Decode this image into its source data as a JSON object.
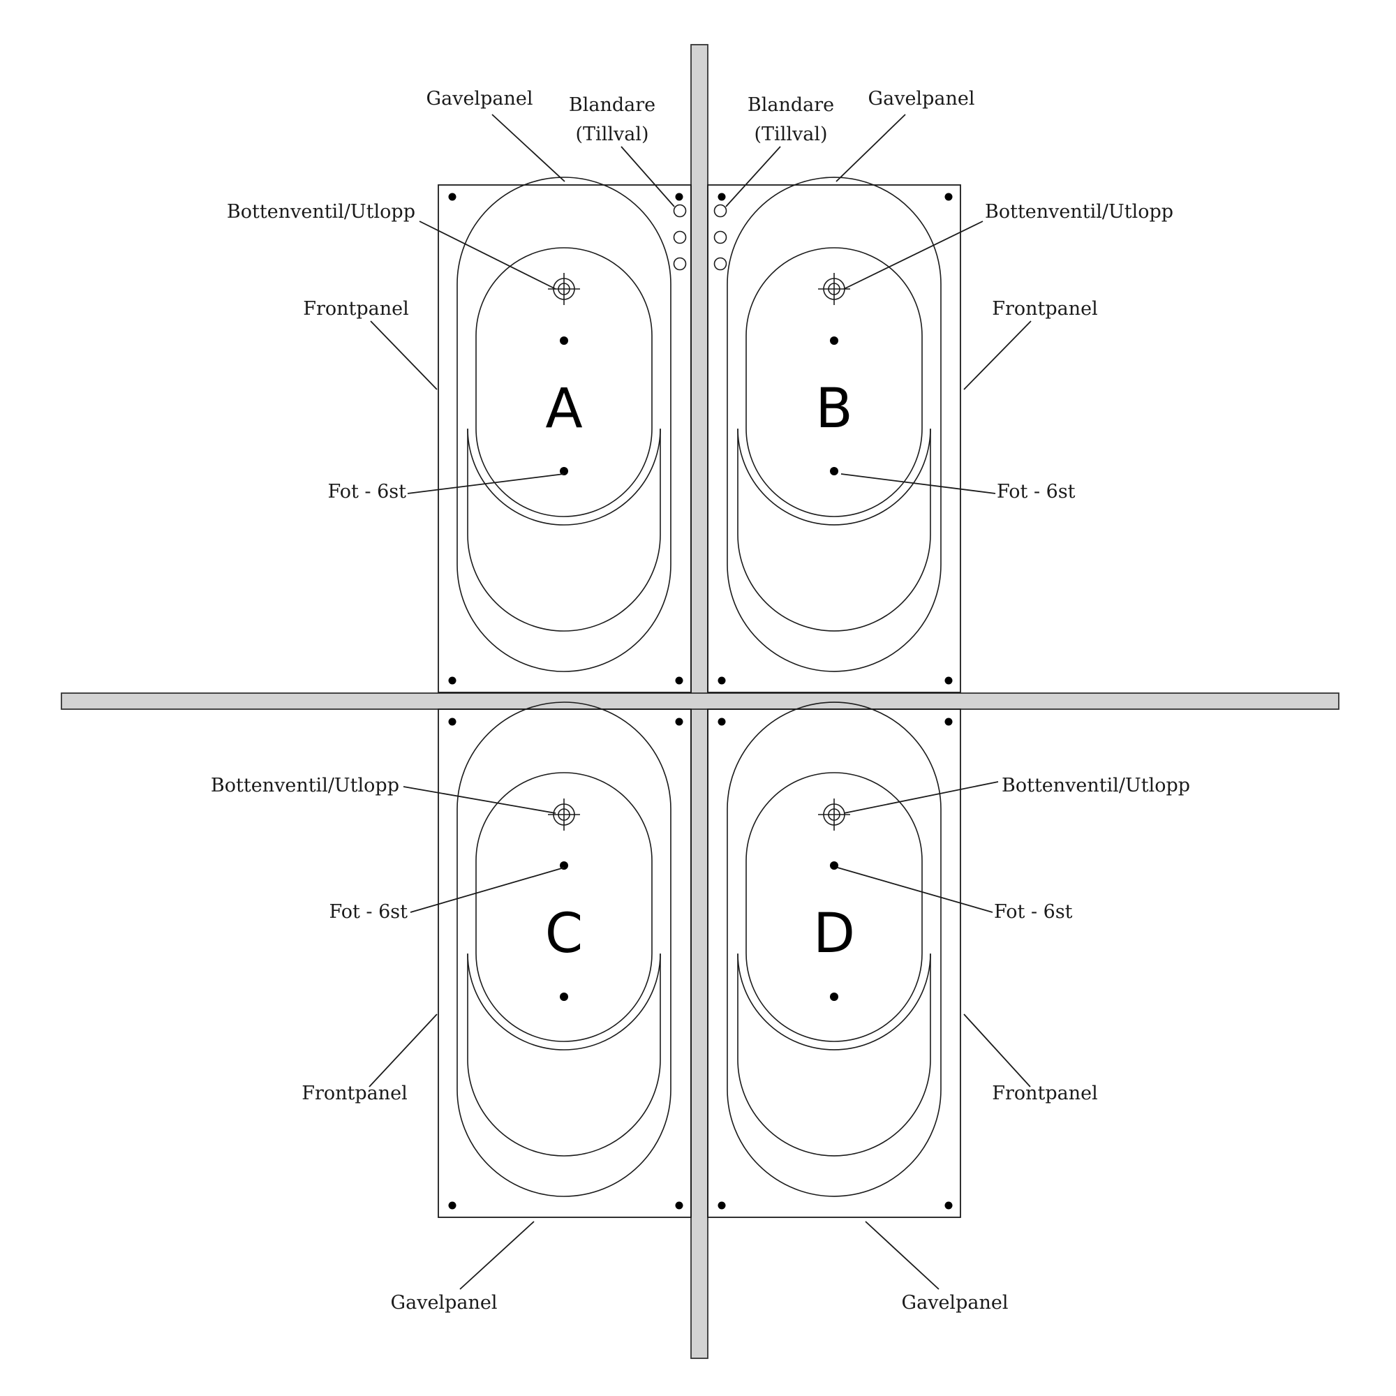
{
  "units": [
    {
      "letter": "A",
      "bottenventil": "Bottenventil/Utlopp",
      "fot": "Fot - 6st",
      "frontpanel": "Frontpanel",
      "gavelpanel": "Gavelpanel"
    },
    {
      "letter": "B",
      "bottenventil": "Bottenventil/Utlopp",
      "fot": "Fot - 6st",
      "frontpanel": "Frontpanel",
      "gavelpanel": "Gavelpanel"
    },
    {
      "letter": "C",
      "bottenventil": "Bottenventil/Utlopp",
      "fot": "Fot - 6st",
      "frontpanel": "Frontpanel",
      "gavelpanel": "Gavelpanel"
    },
    {
      "letter": "D",
      "bottenventil": "Bottenventil/Utlopp",
      "fot": "Fot - 6st",
      "frontpanel": "Frontpanel",
      "gavelpanel": "Gavelpanel"
    }
  ],
  "blandare": [
    {
      "line1": "Blandare",
      "line2": "(Tillval)"
    },
    {
      "line1": "Blandare",
      "line2": "(Tillval)"
    }
  ]
}
